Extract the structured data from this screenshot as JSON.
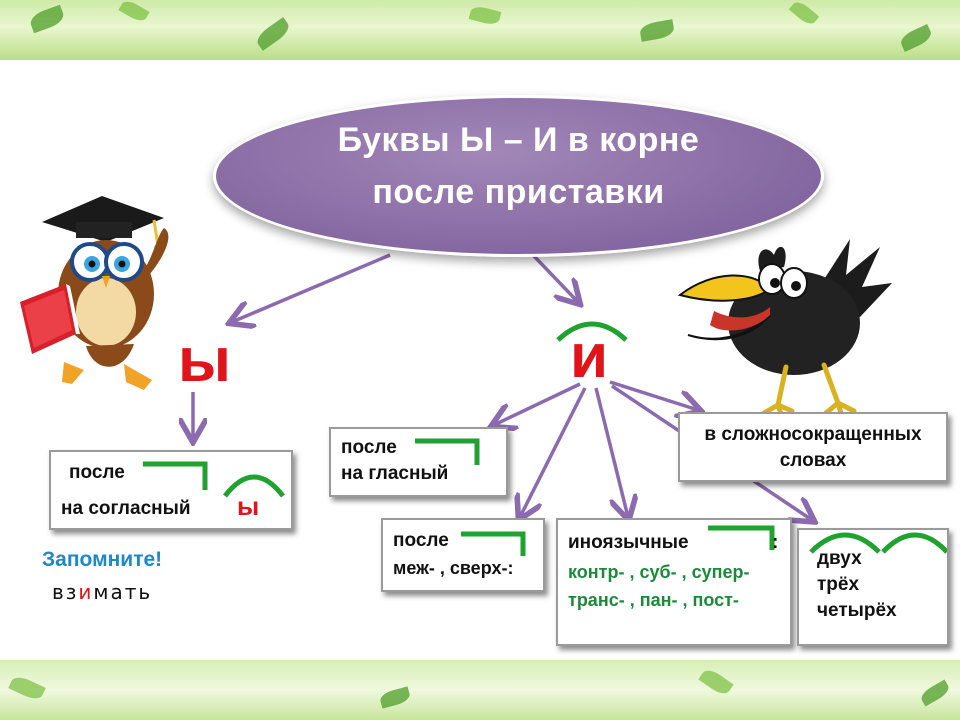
{
  "title": {
    "line1": "Буквы Ы – И в корне",
    "line2": "после приставки"
  },
  "letters": {
    "left": "ы",
    "right": "и"
  },
  "boxes": {
    "left": {
      "line1": "после",
      "line2": "на согласный",
      "letter": "ы"
    },
    "vowel": {
      "line1": "после",
      "line2": "на гласный"
    },
    "mezh": {
      "line1": "после",
      "line2": "меж- , сверх-:"
    },
    "foreign": {
      "line1": "иноязычные",
      "colon": ":",
      "line2": "контр- , суб- , супер-",
      "line3": "транс- , пан- , пост-"
    },
    "abbrev": {
      "line1": "в сложносокращенных",
      "line2": "словах"
    },
    "numerals": {
      "line1": "двух",
      "line2": "трёх",
      "line3": "четырёх"
    }
  },
  "remember": {
    "label": "Запомните!",
    "example": {
      "before": "вз",
      "highlight": "и",
      "after": "мать"
    }
  },
  "colors": {
    "ellipse": "#8568a1",
    "arrow": "#8b6ab0",
    "accent_red": "#e2141b",
    "accent_green": "#1b8a3a",
    "remember_blue": "#1e88c8"
  },
  "illustrations": [
    "owl-with-book",
    "crow"
  ]
}
